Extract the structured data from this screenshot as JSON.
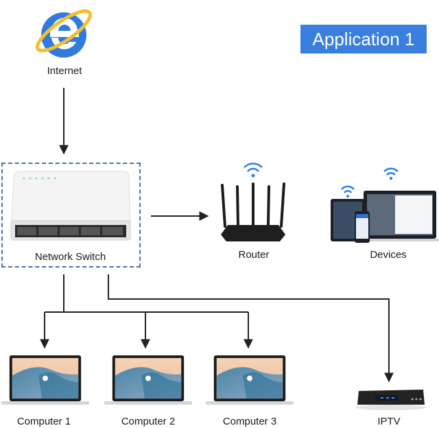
{
  "title": "Application 1",
  "nodes": {
    "internet": {
      "label": "Internet",
      "icon": "internet-explorer-icon"
    },
    "switch": {
      "label": "Network Switch",
      "icon": "network-switch-icon",
      "ports": 5,
      "leds": 6
    },
    "router": {
      "label": "Router",
      "icon": "wifi-router-icon",
      "antennas": 5
    },
    "devices": {
      "label": "Devices",
      "icon": "devices-icon"
    },
    "computers": [
      {
        "label": "Computer 1",
        "icon": "laptop-icon"
      },
      {
        "label": "Computer 2",
        "icon": "laptop-icon"
      },
      {
        "label": "Computer 3",
        "icon": "laptop-icon"
      }
    ],
    "iptv": {
      "label": "IPTV",
      "icon": "set-top-box-icon"
    }
  },
  "connections": [
    {
      "from": "Internet",
      "to": "Network Switch"
    },
    {
      "from": "Network Switch",
      "to": "Router"
    },
    {
      "from": "Network Switch",
      "to": "Computer 1"
    },
    {
      "from": "Network Switch",
      "to": "Computer 2"
    },
    {
      "from": "Network Switch",
      "to": "Computer 3"
    },
    {
      "from": "Network Switch",
      "to": "IPTV"
    }
  ],
  "colors": {
    "badge": "#3a7fe0",
    "ie_blue": "#2f7be0",
    "ie_ring": "#f2bf30",
    "wifi": "#2e7ee8",
    "dashed_border": "#4a6fa8"
  }
}
